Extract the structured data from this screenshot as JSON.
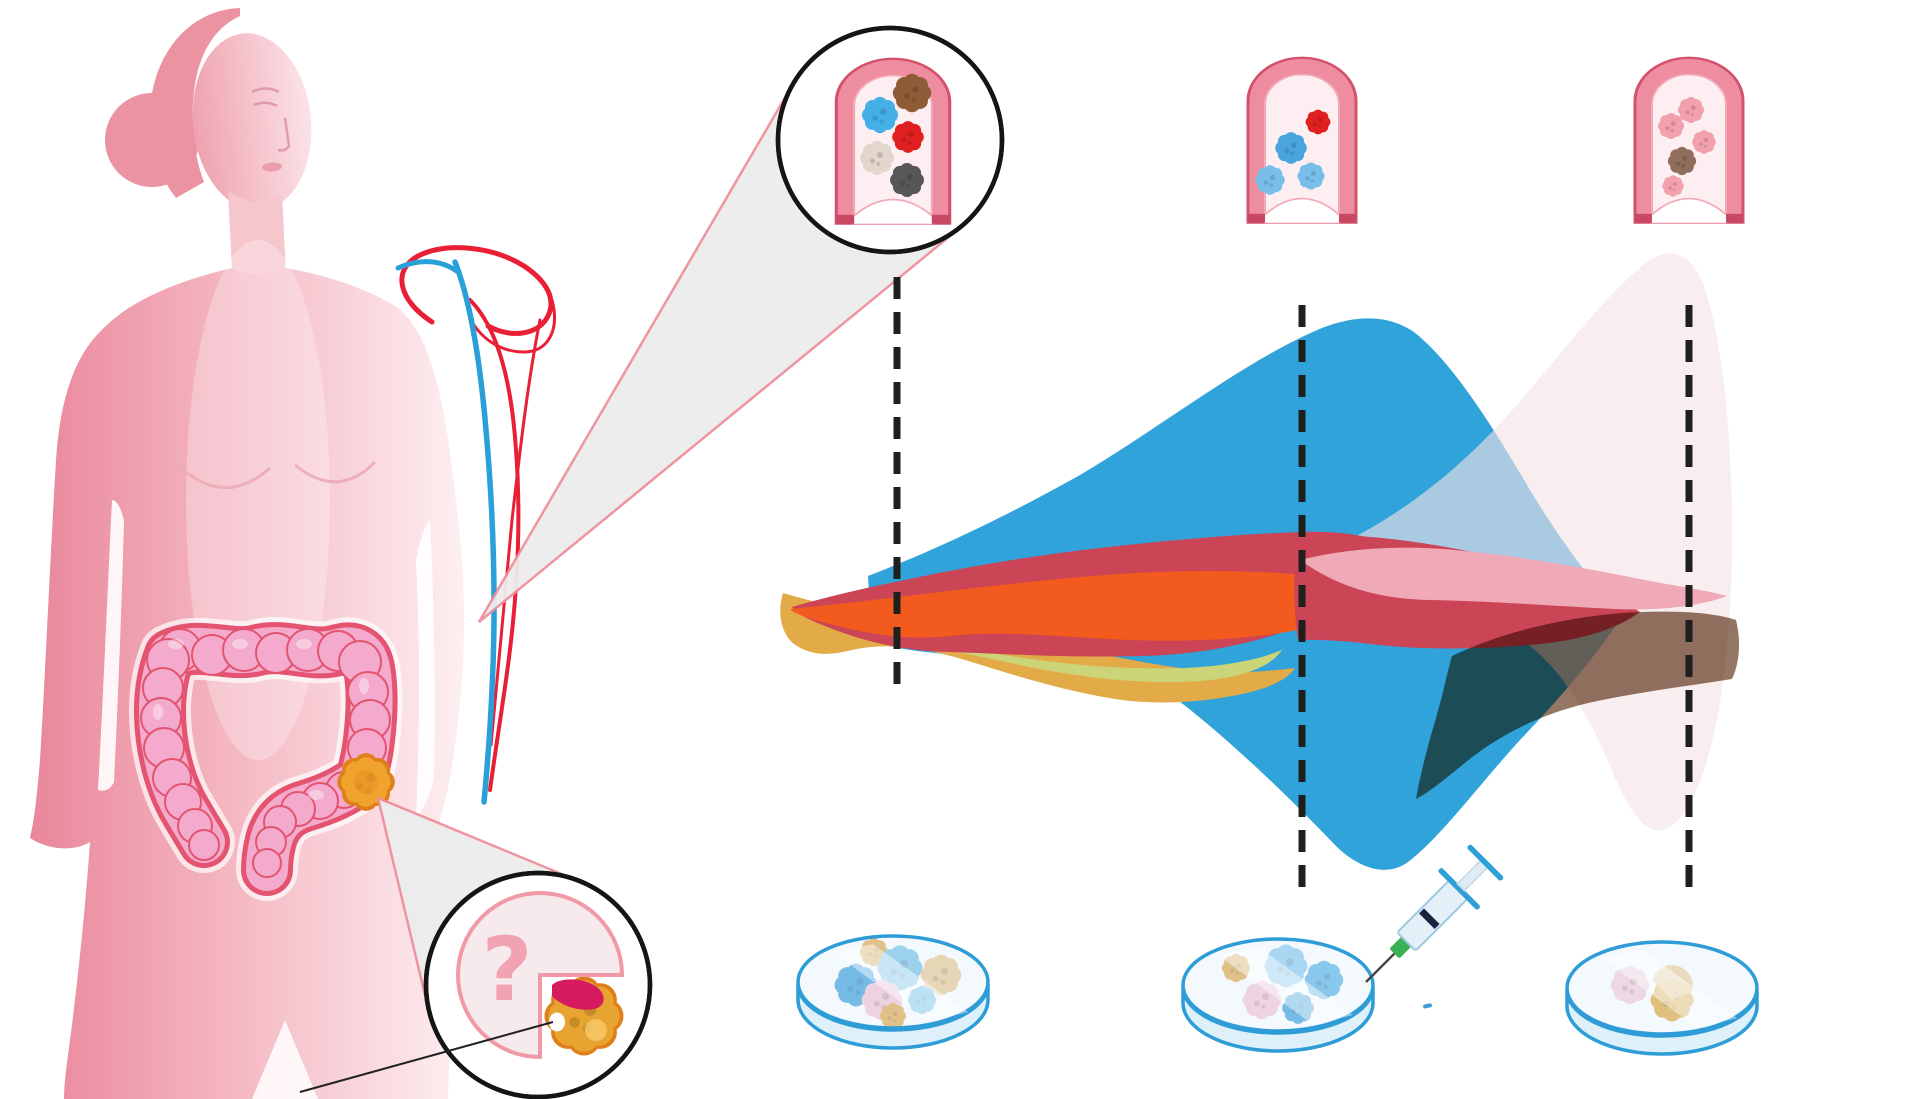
{
  "tumor_inset": {
    "unknown_label": "?"
  },
  "palette": {
    "body_pink": "#f2b5c0",
    "body_shadow": "#e9869a",
    "vessel_red": "#e81f35",
    "vessel_blue": "#2a9fd8",
    "colon_fill": "#f3aacc",
    "colon_outline": "#e4536f",
    "tumor_orange": "#f0a42e",
    "tumor_outline": "#df7f1c",
    "magnifier_outline": "#151515",
    "beam_fill": "#ededed",
    "beam_edge": "#ef8f9b",
    "dashed_line": "#1f1f1d",
    "vessel_wall": "#ef8da0",
    "vessel_wall_outline": "#d4516b",
    "vessel_lumen": "#fdeef1",
    "dish_outline": "#2e9cd6",
    "dish_glass": "#d6edf9",
    "syringe_hub_green": "#3cb054",
    "inset_crimson": "#d61a5e"
  },
  "streams": [
    {
      "name": "blue-clone",
      "color": "#30a3da"
    },
    {
      "name": "gold-clone",
      "color": "#e3aa48"
    },
    {
      "name": "yellow-green-clone",
      "color": "#ccd478"
    },
    {
      "name": "pale-blush-clone",
      "color": "#f3e2e5"
    },
    {
      "name": "crimson-clone",
      "color": "#cb4557"
    },
    {
      "name": "orange-clone",
      "color": "#f25a1e"
    },
    {
      "name": "rose-clone",
      "color": "#f0a9b6"
    },
    {
      "name": "brown-clone",
      "color": "#8a6a56"
    }
  ],
  "timepoints": [
    {
      "id": 1,
      "vessel_cells": [
        "blue",
        "brown",
        "red",
        "beige",
        "dark-gray"
      ]
    },
    {
      "id": 2,
      "vessel_cells": [
        "red",
        "blue",
        "light-blue",
        "light-blue"
      ]
    },
    {
      "id": 3,
      "vessel_cells": [
        "pink",
        "pink",
        "pink",
        "brown",
        "pink"
      ]
    }
  ],
  "dishes": [
    {
      "id": 1,
      "clusters": [
        "gold",
        "dark-blue",
        "light-blue",
        "beige",
        "pink",
        "gold",
        "blue"
      ],
      "syringe": false
    },
    {
      "id": 2,
      "clusters": [
        "gold",
        "light-blue",
        "blue",
        "pink",
        "dark-blue"
      ],
      "syringe": true
    },
    {
      "id": 3,
      "clusters": [
        "pale-pink",
        "gold"
      ],
      "syringe": false
    }
  ]
}
